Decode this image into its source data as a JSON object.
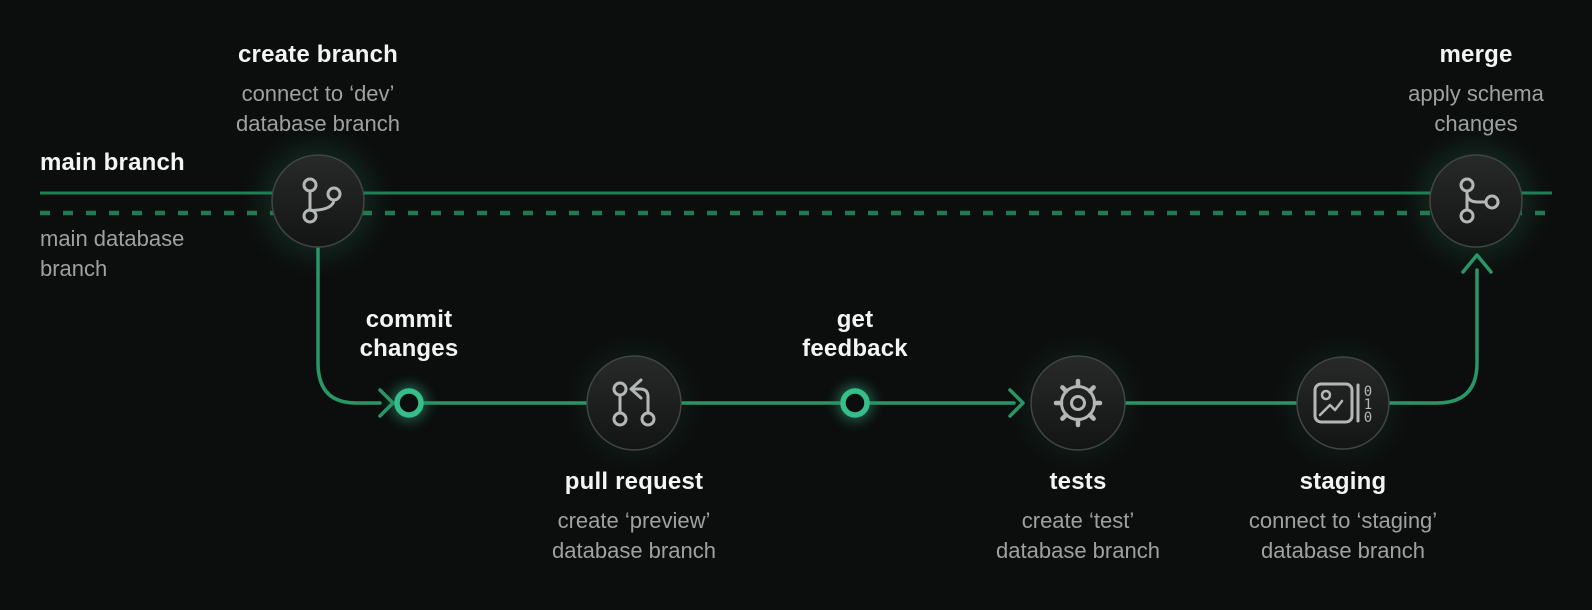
{
  "colors": {
    "background": "#0c0d0d",
    "track_green": "#217f58",
    "branch_green": "#2a9668",
    "ring_green": "#36bd8c",
    "node_fill_top": "#262928",
    "node_fill_bottom": "#131514",
    "node_border": "#414543",
    "icon_stroke": "#b3b7b5",
    "title_text": "#f3f5f4",
    "subtitle_text": "#9da29f"
  },
  "main_track": {
    "label": "main branch",
    "db_label": "main database branch"
  },
  "nodes": [
    {
      "id": "create-branch",
      "title": "create branch",
      "subtitle": "connect to ‘dev’ database branch",
      "icon": "git-branch-icon"
    },
    {
      "id": "commit-changes",
      "title": "commit changes",
      "icon": "commit-ring-icon"
    },
    {
      "id": "pull-request",
      "title": "pull request",
      "subtitle": "create ‘preview’ database branch",
      "icon": "git-pull-request-icon"
    },
    {
      "id": "get-feedback",
      "title": "get feedback",
      "icon": "feedback-ring-icon"
    },
    {
      "id": "tests",
      "title": "tests",
      "subtitle": "create ‘test’ database branch",
      "icon": "gear-icon"
    },
    {
      "id": "staging",
      "title": "staging",
      "subtitle": "connect to ‘staging’ database branch",
      "icon": "image-to-data-icon"
    },
    {
      "id": "merge",
      "title": "merge",
      "subtitle": "apply schema changes",
      "icon": "git-merge-icon"
    }
  ],
  "icons": {
    "staging_digits": [
      "0",
      "1",
      "0"
    ]
  }
}
